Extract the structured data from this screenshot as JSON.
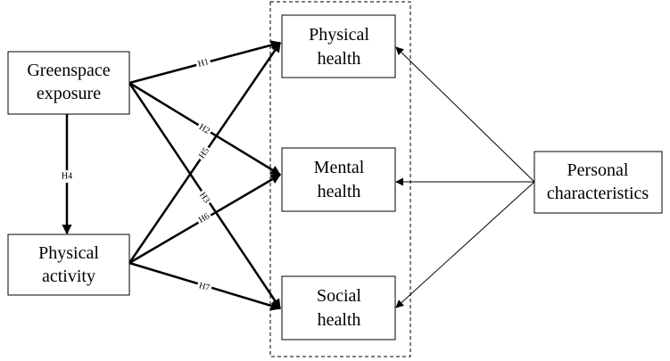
{
  "nodes": {
    "greenspace": {
      "lines": [
        "Greenspace",
        "exposure"
      ]
    },
    "activity": {
      "lines": [
        "Physical",
        "activity"
      ]
    },
    "physical_health": {
      "lines": [
        "Physical",
        "health"
      ]
    },
    "mental_health": {
      "lines": [
        "Mental",
        "health"
      ]
    },
    "social_health": {
      "lines": [
        "Social",
        "health"
      ]
    },
    "personal": {
      "lines": [
        "Personal",
        "characteristics"
      ]
    }
  },
  "hypotheses": {
    "h1": "H1",
    "h2": "H2",
    "h3": "H3",
    "h4": "H4",
    "h5": "H5",
    "h6": "H6",
    "h7": "H7"
  }
}
